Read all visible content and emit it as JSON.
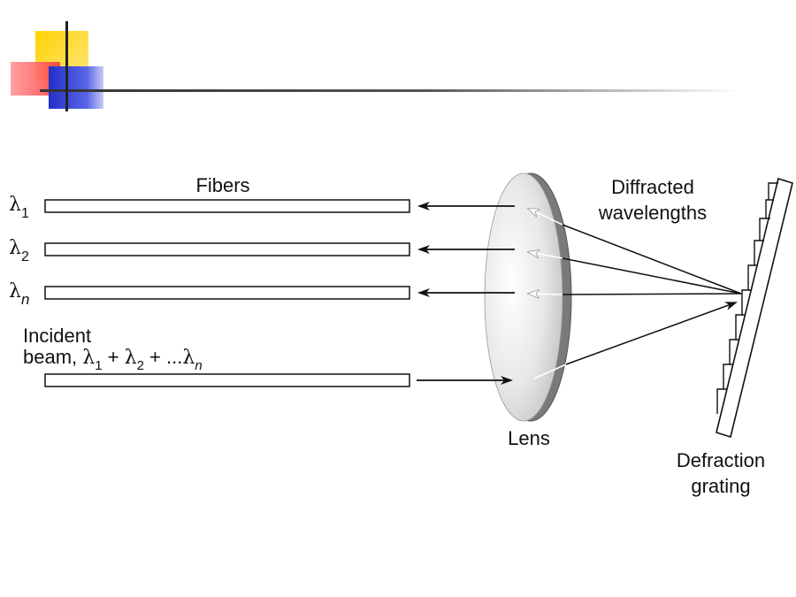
{
  "labels": {
    "fibers": "Fibers",
    "diffracted_line1": "Diffracted",
    "diffracted_line2": "wavelengths",
    "lens": "Lens",
    "grating_line1": "Defraction",
    "grating_line2": "grating",
    "incident_line1": "Incident",
    "incident_line2_prefix": "beam, ",
    "lambda": "λ",
    "plus": " + ",
    "ellipsis": " ...",
    "sub_1": "1",
    "sub_2": "2",
    "sub_n": "n"
  },
  "colors": {
    "bullet_yellow": "#ffd200",
    "bullet_red": "#ff4040",
    "bullet_blue": "#2230c8",
    "line": "#111111",
    "lens_fill": "#e6e6e6",
    "lens_edge": "#6e6e6e",
    "inner_arrow": "#ffffff"
  }
}
